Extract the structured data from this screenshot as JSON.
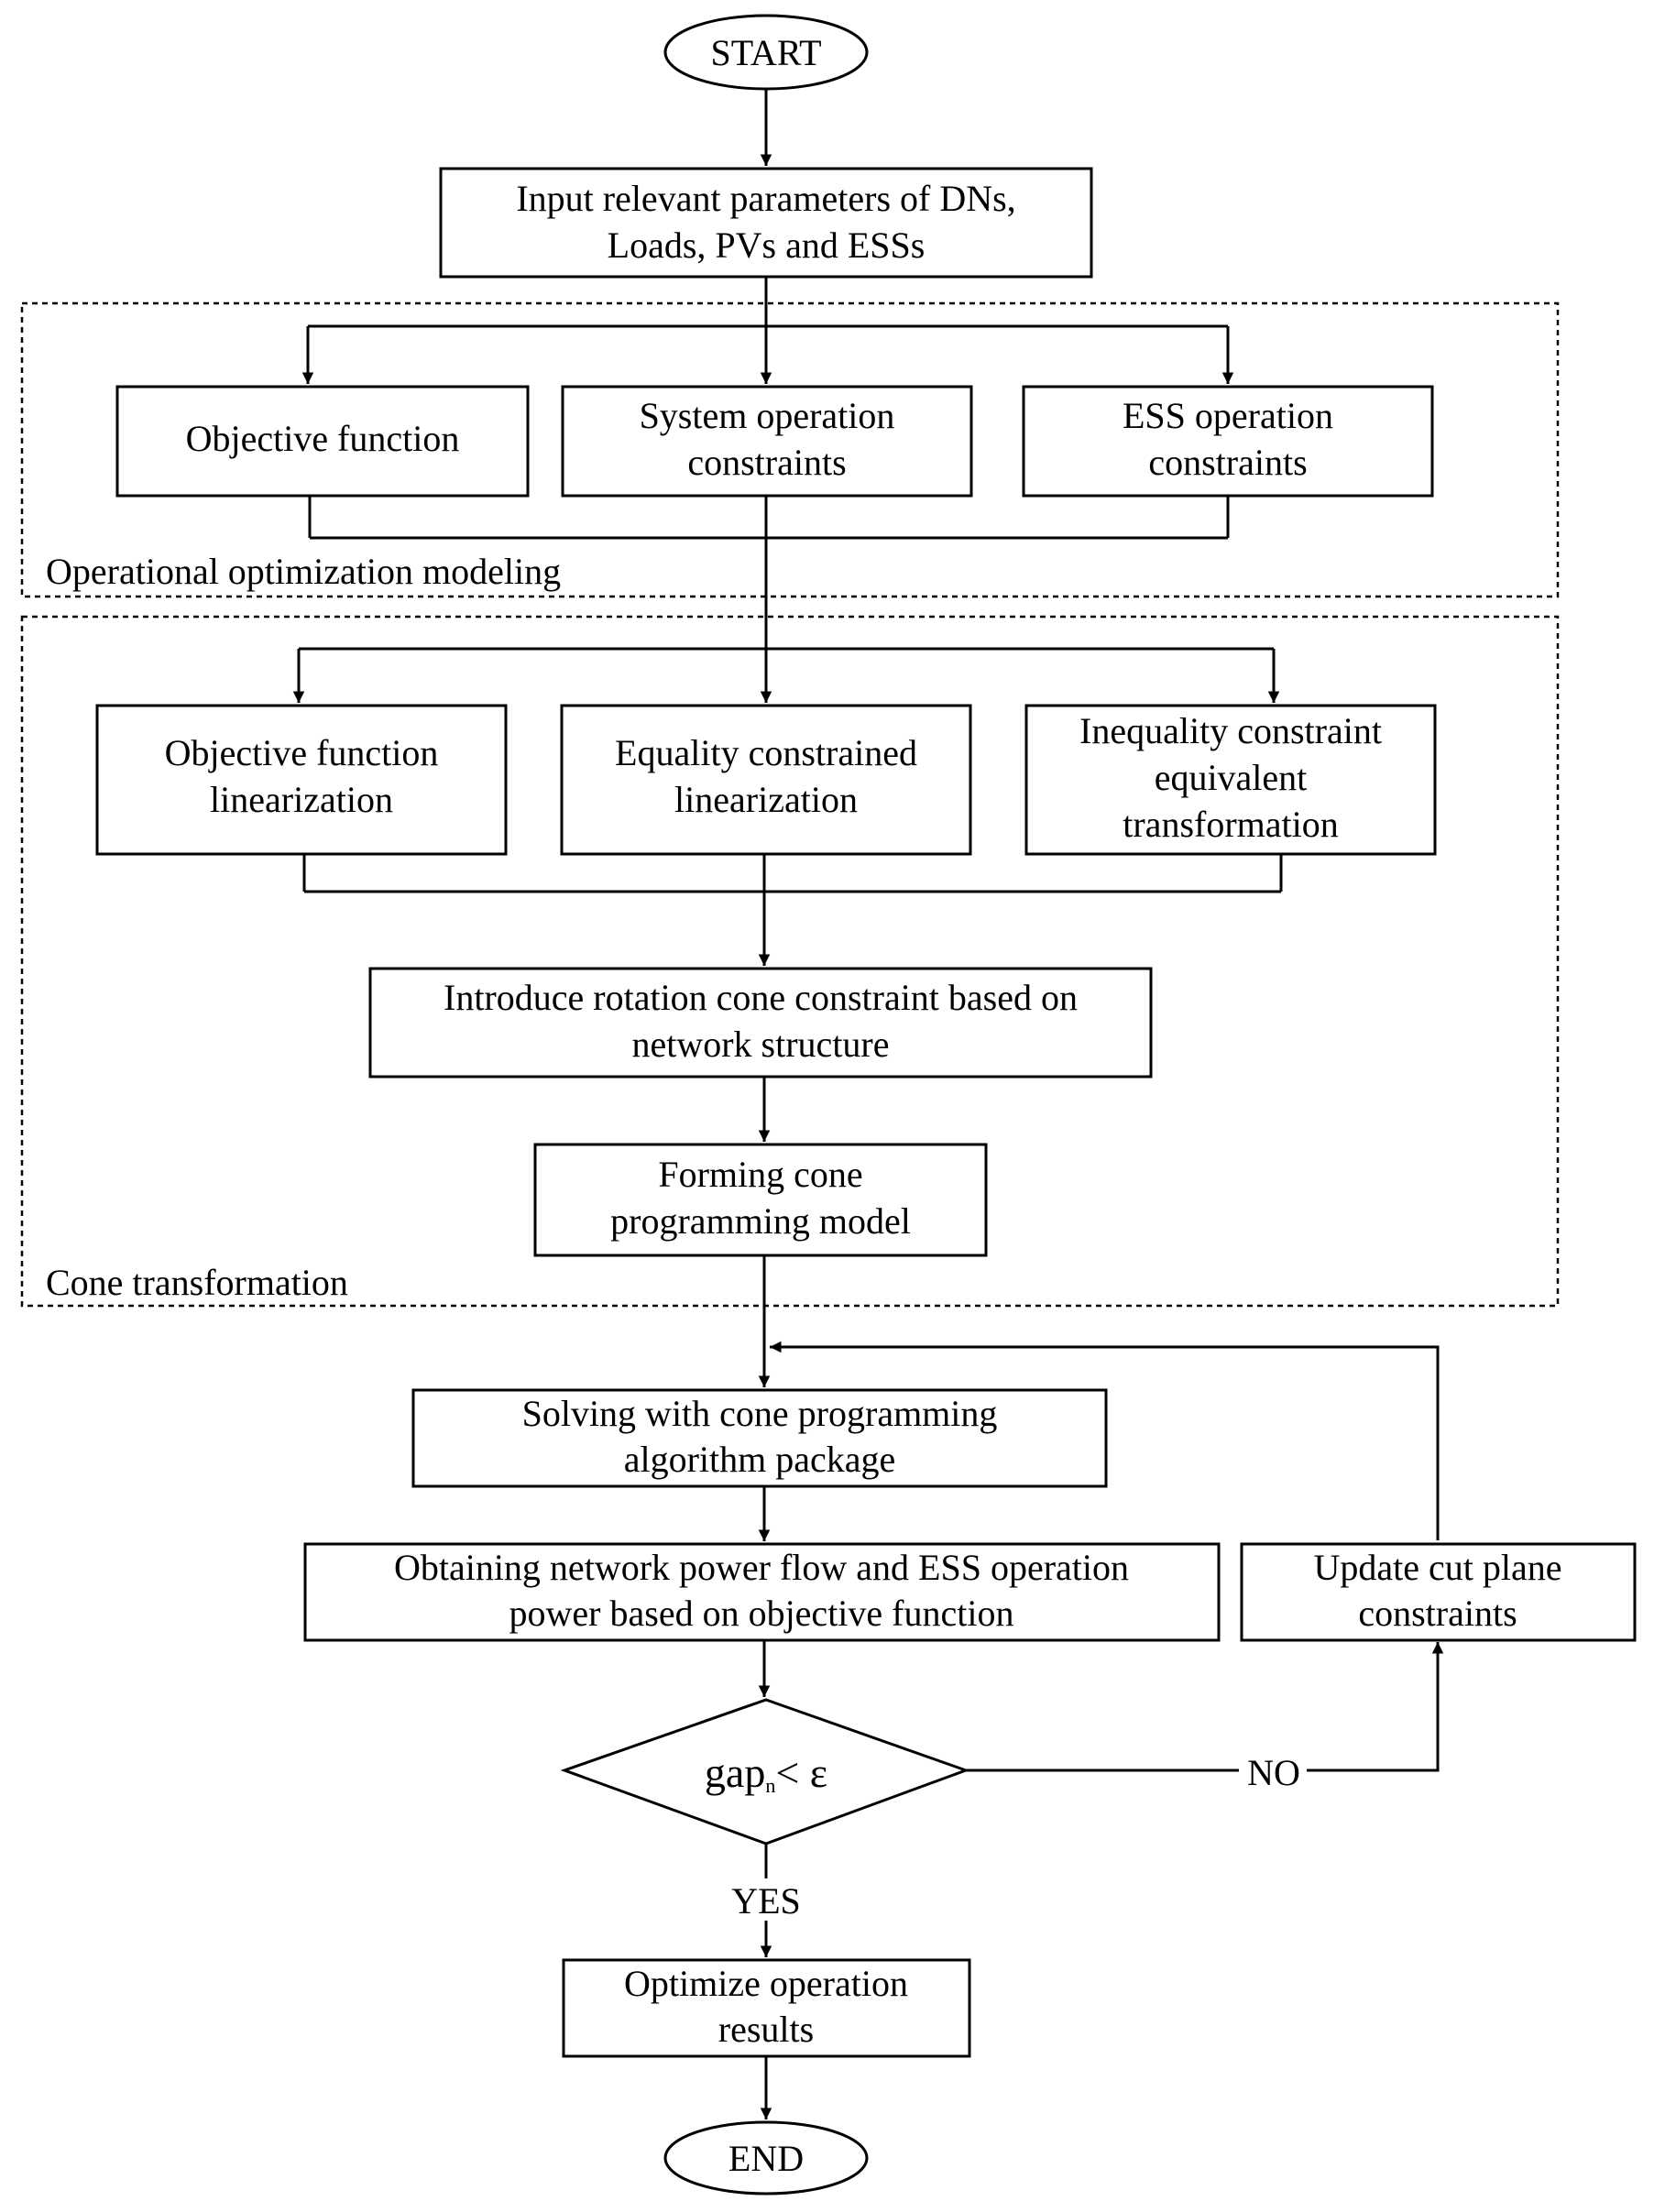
{
  "nodes": {
    "start": {
      "lines": [
        "START"
      ]
    },
    "input": {
      "lines": [
        "Input relevant parameters of DNs,",
        "Loads, PVs and ESSs"
      ]
    },
    "obj": {
      "lines": [
        "Objective function"
      ]
    },
    "sys": {
      "lines": [
        "System operation",
        "constraints"
      ]
    },
    "ess": {
      "lines": [
        "ESS operation",
        "constraints"
      ]
    },
    "objlin": {
      "lines": [
        "Objective function",
        "linearization"
      ]
    },
    "eqlin": {
      "lines": [
        "Equality constrained",
        "linearization"
      ]
    },
    "ineq": {
      "lines": [
        "Inequality constraint",
        "equivalent",
        "transformation"
      ]
    },
    "rot": {
      "lines": [
        "Introduce rotation cone constraint based on",
        "network structure"
      ]
    },
    "form": {
      "lines": [
        "Forming cone",
        "programming model"
      ]
    },
    "solve": {
      "lines": [
        "Solving with cone programming",
        "algorithm package"
      ]
    },
    "obtain": {
      "lines": [
        "Obtaining network power flow and ESS operation",
        "power based on objective function"
      ]
    },
    "update": {
      "lines": [
        "Update cut plane",
        "constraints"
      ]
    },
    "decision": {
      "main": "gap",
      "sub": "n",
      "rest": "< ε"
    },
    "result": {
      "lines": [
        "Optimize operation",
        "results"
      ]
    },
    "end": {
      "lines": [
        "END"
      ]
    }
  },
  "groups": {
    "modeling": {
      "label": "Operational optimization modeling"
    },
    "cone": {
      "label": "Cone transformation"
    }
  },
  "edges": {
    "no_label": "NO",
    "yes_label": "YES"
  }
}
